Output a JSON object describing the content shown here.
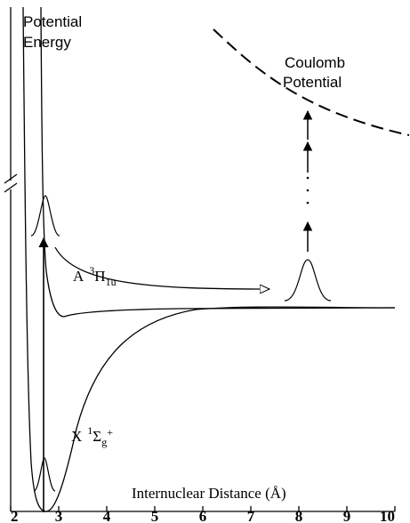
{
  "labels": {
    "potential_line1": "Potential",
    "potential_line2": "Energy",
    "coulomb_line1": "Coulomb",
    "coulomb_line2": "Potential",
    "x_axis_label": "Internuclear Distance (Å)",
    "state_A": {
      "letter": "A",
      "sup": "3",
      "main": "Π",
      "sub": "1u"
    },
    "state_X": {
      "letter": "X",
      "sup": "1",
      "main": "Σ",
      "sub": "g",
      "sup2": "+"
    }
  },
  "axis": {
    "x_ticks": [
      "2",
      "3",
      "4",
      "5",
      "6",
      "7",
      "8",
      "9",
      "10"
    ],
    "x_range": [
      2,
      10
    ]
  },
  "colors": {
    "ink": "#000000",
    "background": "#ffffff"
  }
}
